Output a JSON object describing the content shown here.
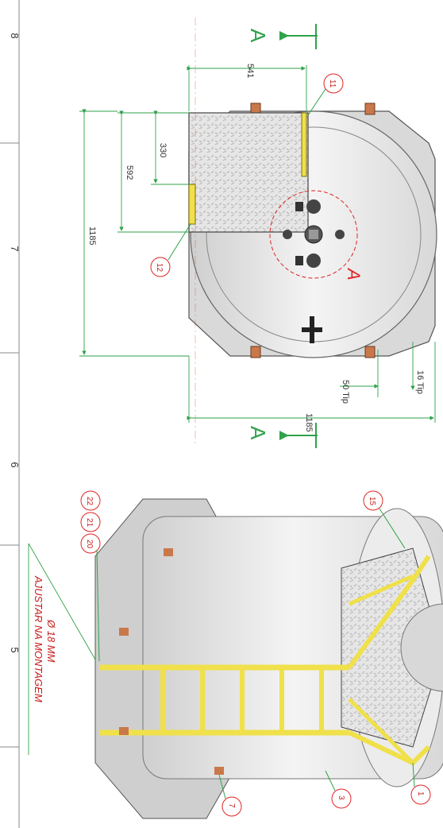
{
  "zones": [
    "8",
    "7",
    "6",
    "5"
  ],
  "dimensions": {
    "d541": "541",
    "d330": "330",
    "d592": "592",
    "d1185_v": "1185",
    "d1185_h": "1185",
    "d50": "50 Tip",
    "d16": "16 Tip"
  },
  "section": {
    "marker_top": "A",
    "marker_bottom": "A",
    "cut_label": "A"
  },
  "balloons": [
    "11",
    "12",
    "15",
    "22",
    "21",
    "20",
    "7",
    "3",
    "1"
  ],
  "note": {
    "line1": "Ø 18 MM",
    "line2": "AJUSTAR NA MONTAGEM"
  },
  "colors": {
    "balloon": "#e02424",
    "dimension": "#2fa24a",
    "rail": "#f0e04a",
    "pad": "#c9784a"
  }
}
